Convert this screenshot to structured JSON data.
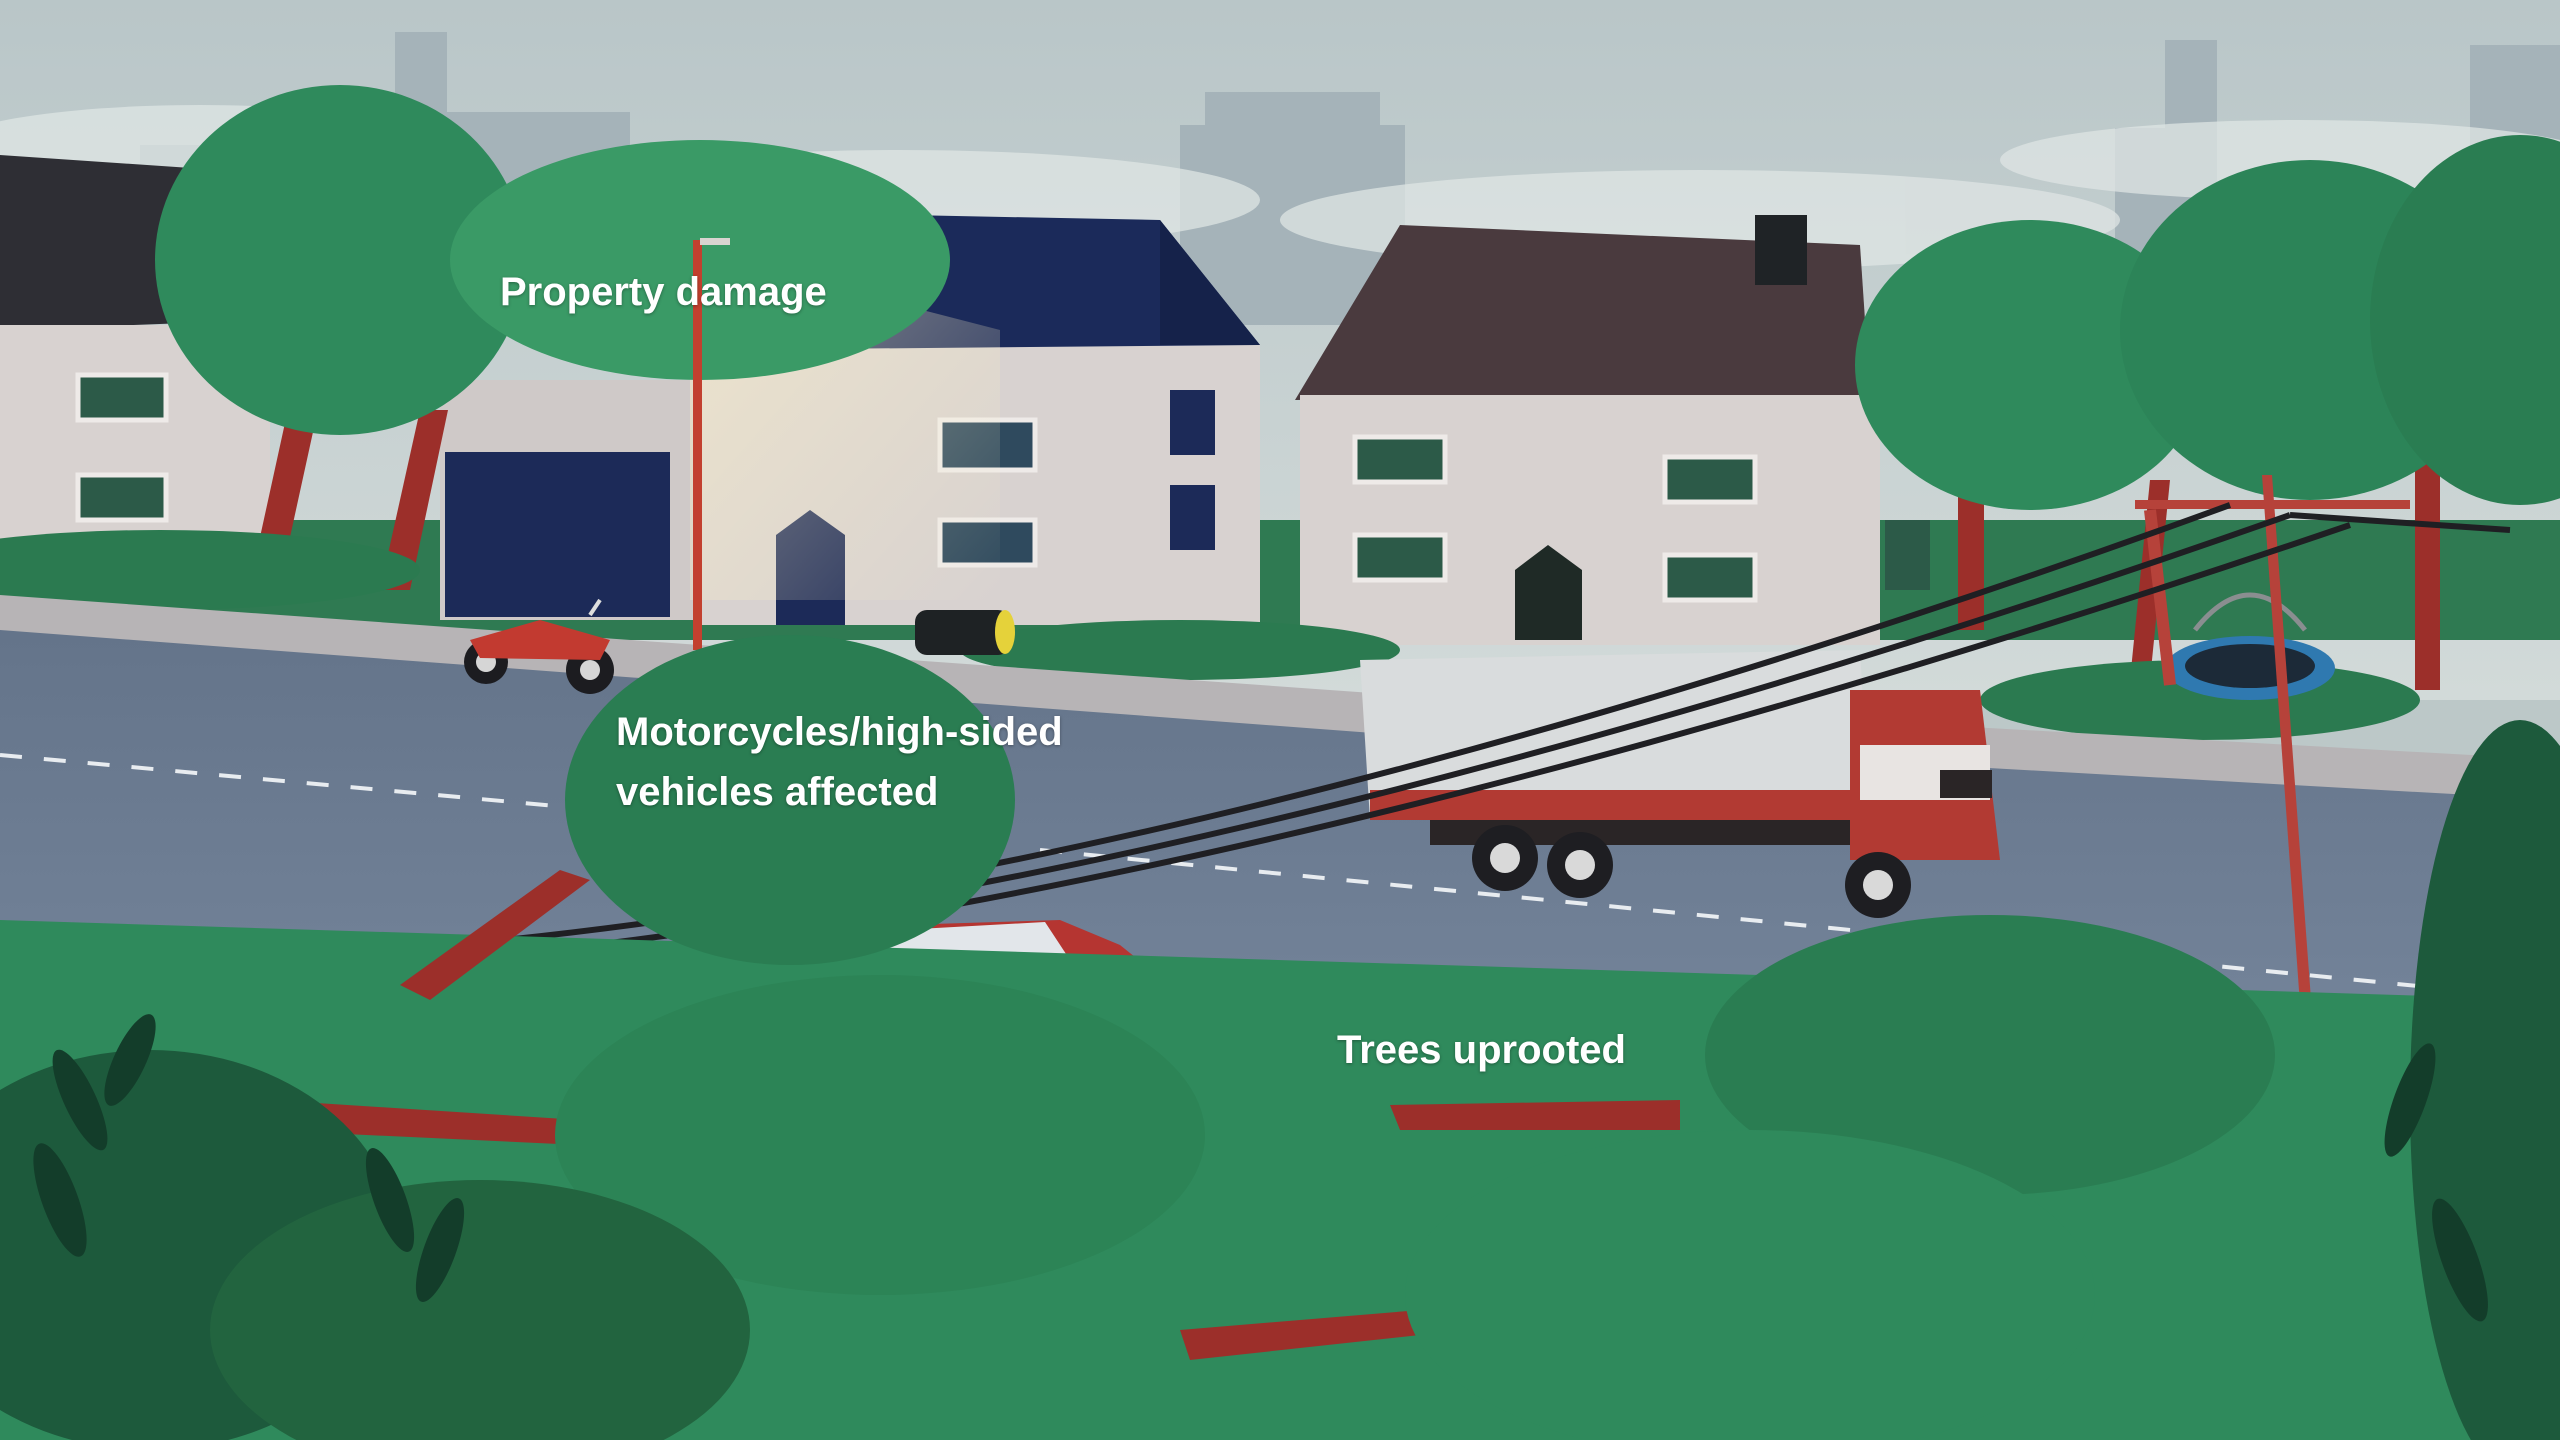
{
  "labels": {
    "property_damage": "Property damage",
    "vehicles_line1": "Motorcycles/high-sided",
    "vehicles_line2": "vehicles affected",
    "trees_uprooted": "Trees uprooted"
  },
  "colors": {
    "sky": "#c6d2d2",
    "foliage": "#2f8a5c",
    "foliage_dark": "#1f6b47",
    "road": "#6f7f94",
    "house_wall": "#d8d2d0",
    "roof_navy": "#1b2a5a",
    "roof_brown": "#4a3a3e",
    "truck_red": "#b23a33",
    "trunk_red": "#9c2f2a"
  }
}
